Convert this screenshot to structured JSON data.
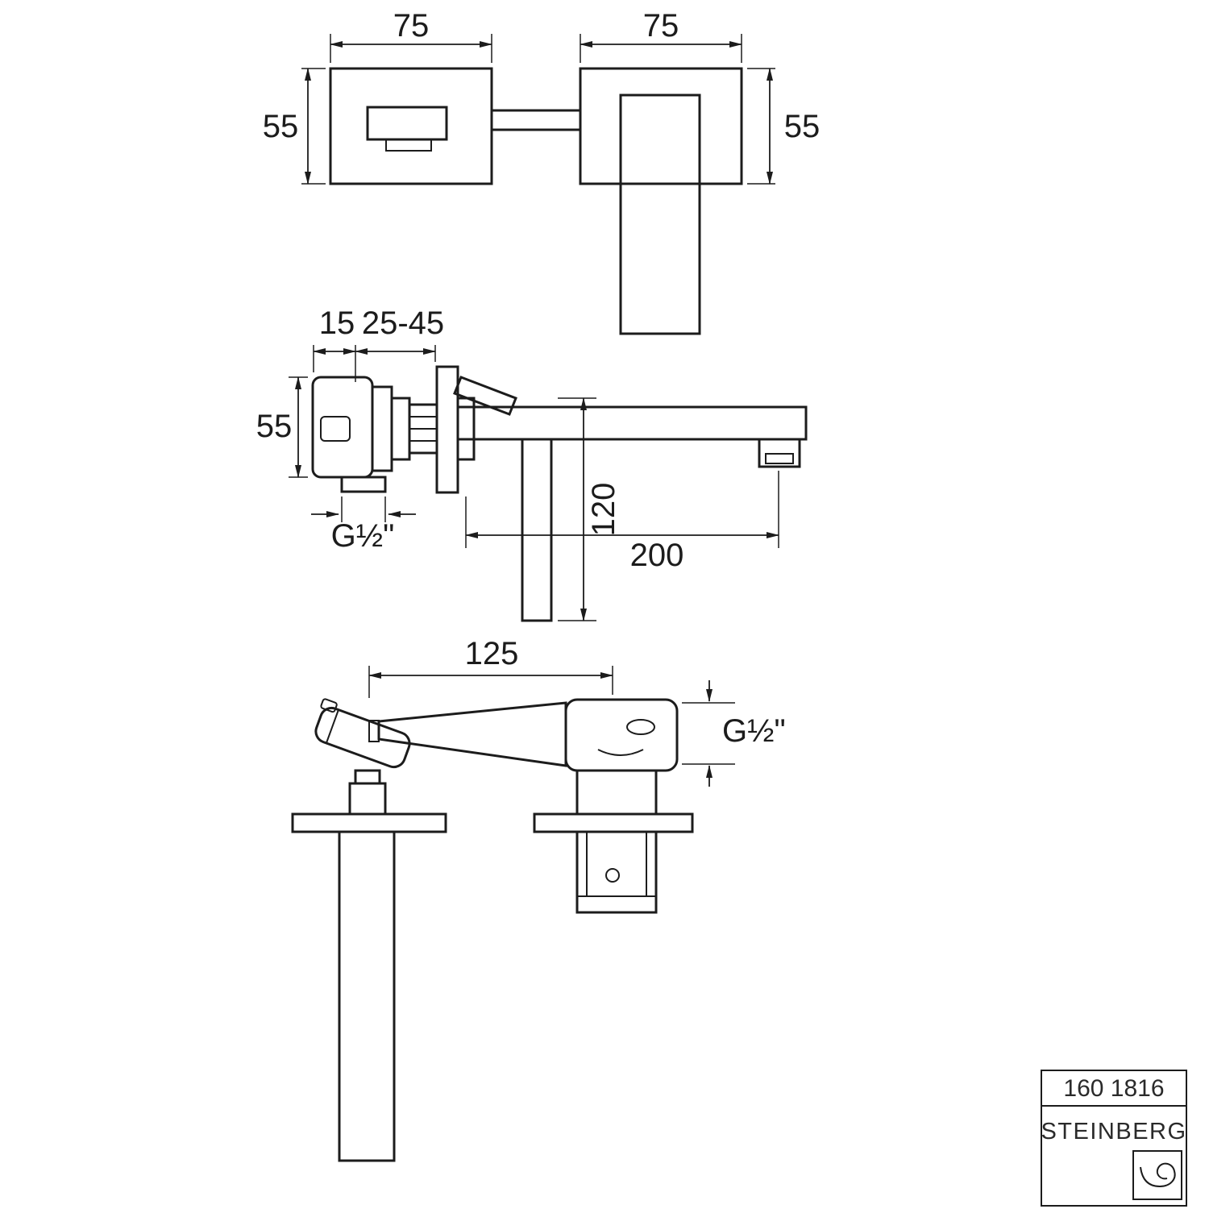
{
  "meta": {
    "drawing_type": "faucet dimension drawing"
  },
  "front_view": {
    "dim_spout_width": "75",
    "dim_handle_width": "75",
    "dim_spout_height": "55",
    "dim_handle_height": "55"
  },
  "side_view": {
    "dim_trim_depth": "15",
    "dim_wall_depth_range": "25-45",
    "dim_body_height": "55",
    "dim_thread": "G½\"",
    "dim_handle_drop": "120",
    "dim_spout_reach": "200"
  },
  "plan_view": {
    "dim_center_distance": "125",
    "dim_thread": "G½\""
  },
  "title_block": {
    "model": "160 1816",
    "brand": "STEINBERG"
  },
  "colors": {
    "line": "#1c1c1c",
    "background": "#ffffff"
  }
}
